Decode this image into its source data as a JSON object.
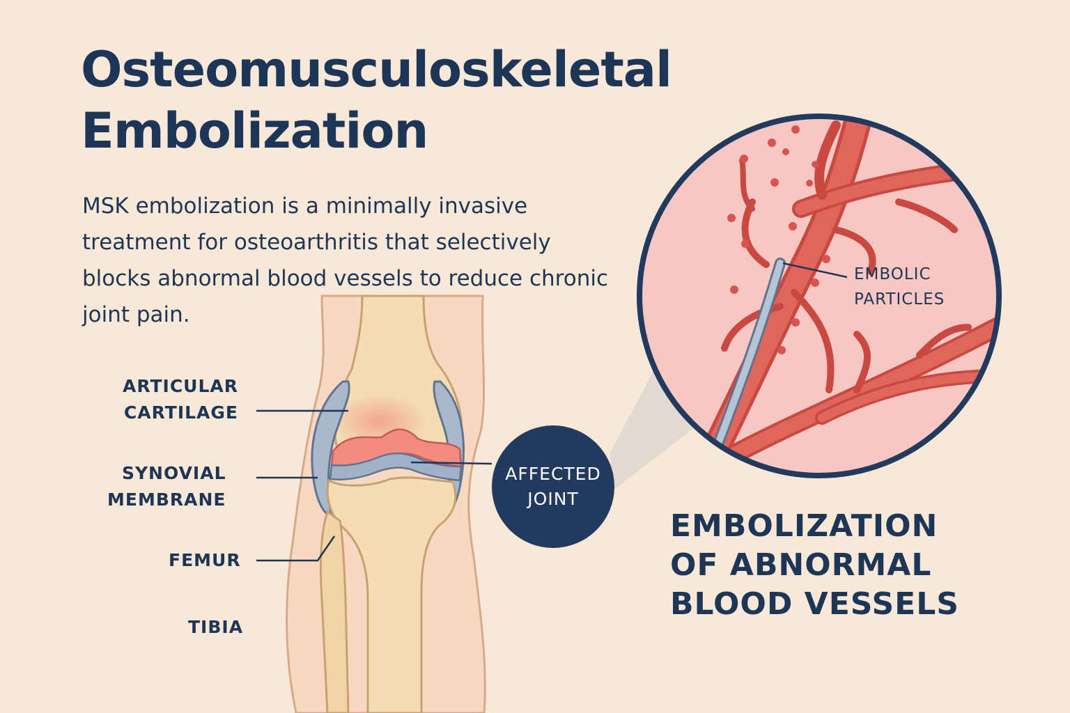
{
  "header": {
    "title_line1": "Osteomusculoskeletal",
    "title_line2": "Embolization"
  },
  "intro": {
    "text": "MSK embolization is a minimally invasive treatment for osteoarthritis that selectively blocks abnormal blood vessels to reduce chronic joint pain."
  },
  "knee_labels": {
    "cartilage_line1": "ARTICULAR",
    "cartilage_line2": "CARTILAGE",
    "synovial_line1": "SYNOVIAL",
    "synovial_line2": "MEMBRANE",
    "femur": "FEMUR",
    "tibia": "TIBIA"
  },
  "affected_joint": {
    "line1": "AFFECTED",
    "line2": "JOINT"
  },
  "magnified_view": {
    "particles_line1": "EMBOLIC",
    "particles_line2": "PARTICLES"
  },
  "section_title": {
    "line1": "EMBOLIZATION",
    "line2": "OF ABNORMAL",
    "line3": "BLOOD VESSELS"
  },
  "colors": {
    "background": "#f8e8d8",
    "navy": "#1d3557",
    "vessel": "#d9534f",
    "skin": "#f3d3b8",
    "bone": "#f4ddb2",
    "cartilage_blue": "#9fb2c8",
    "inflammation": "#f28b82"
  }
}
